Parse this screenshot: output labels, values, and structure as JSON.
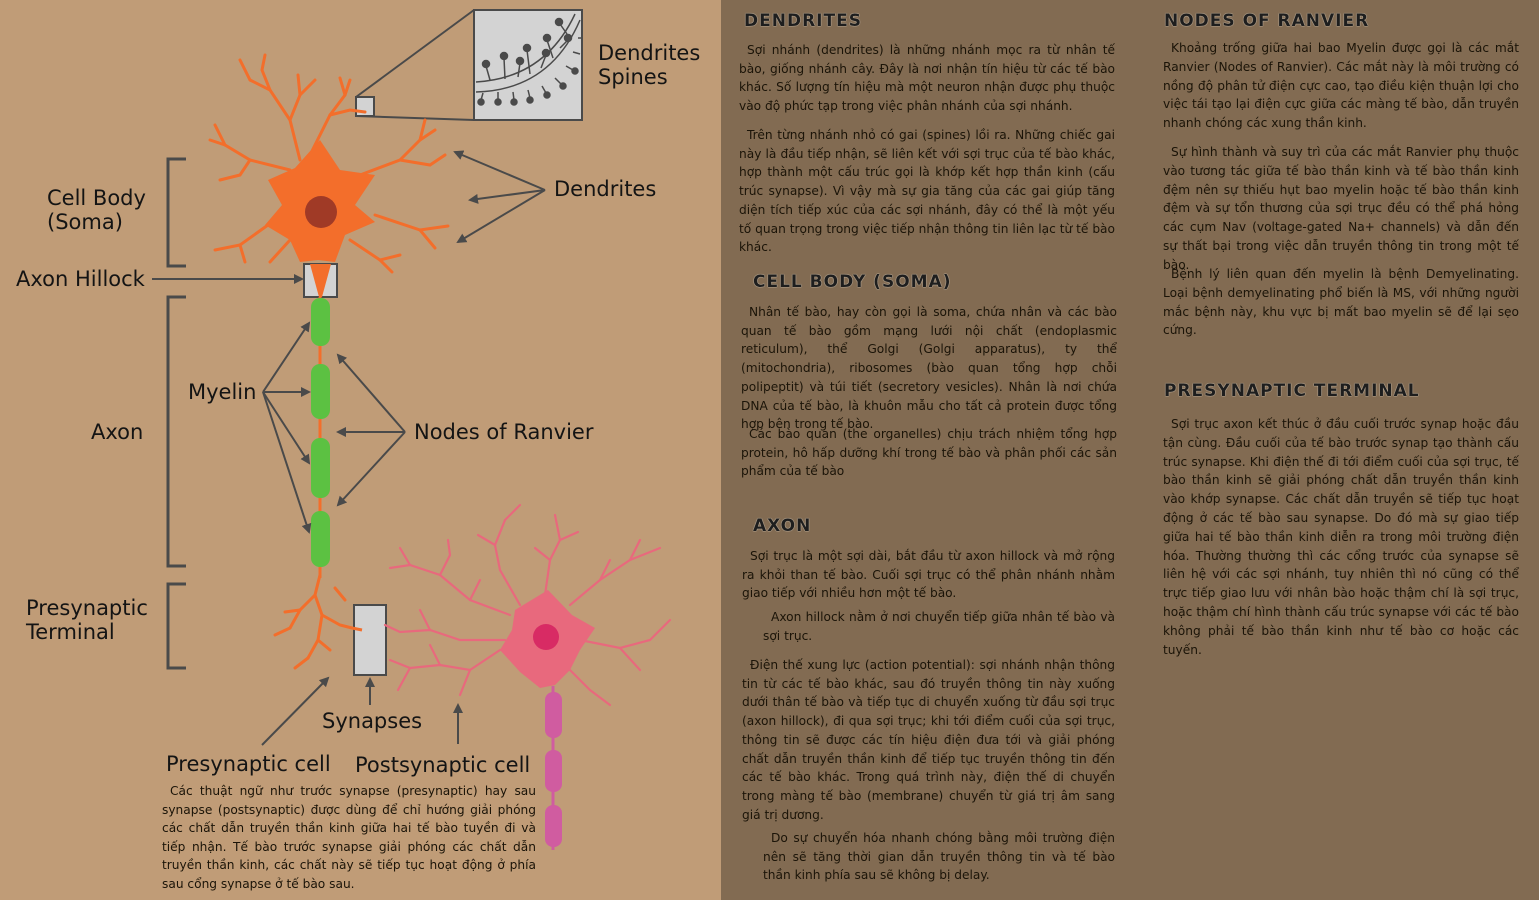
{
  "labels": {
    "dendrites_spines": "Dendrites Spines",
    "cell_body": "Cell Body (Soma)",
    "dendrites": "Dendrites",
    "axon_hillock": "Axon Hillock",
    "myelin": "Myelin",
    "axon": "Axon",
    "nodes_of_ranvier": "Nodes of Ranvier",
    "presynaptic_terminal": "Presynaptic Terminal",
    "synapses": "Synapses",
    "presynaptic_cell": "Presynaptic cell",
    "postsynaptic_cell": "Postsynaptic cell"
  },
  "caption": "Các thuật ngữ như trước synapse (presynaptic) hay sau synapse (postsynaptic) được dùng để chỉ hướng giải phóng các chất dẫn truyền thần kinh giữa hai tế bào tuyền đi và tiếp nhận. Tế bào trước synapse giải phóng các chất dẫn truyền thần kinh, các chất này sẽ tiếp tục hoạt động ở phía sau cổng synapse ở tế bào sau.",
  "sections": {
    "dendrites": {
      "heading": "Dendrites",
      "p1": "Sợi nhánh (dendrites) là những nhánh mọc ra từ nhân tế bào, giống nhánh cây. Đây là nơi nhận tín hiệu từ các tế bào khác. Số lượng tín hiệu mà một neuron nhận được phụ thuộc vào độ phức tạp trong việc phân nhánh của sợi nhánh.",
      "p2": "Trên từng nhánh nhỏ có gai (spines) lồi ra. Những chiếc gai này là đầu tiếp nhận, sẽ liên kết với sợi trục của tế bào khác, hợp thành một cấu trúc gọi là khớp kết hợp thần kinh (cấu trúc synapse). Vì vậy mà sự gia tăng của các gai giúp tăng diện tích tiếp xúc của các sợi nhánh, đây có thể là một yếu tố quan trọng trong việc tiếp nhận thông tin liên lạc từ tế bào khác."
    },
    "cell_body": {
      "heading": "Cell Body (Soma)",
      "p1": "Nhân tế bào, hay còn gọi là soma, chứa nhân và các bào quan tế bào gồm mạng lưới nội chất (endoplasmic reticulum), thể Golgi (Golgi apparatus), ty thể (mitochondria), ribosomes (bào quan tổng hợp chỗi polipeptit) và túi tiết (secretory vesicles). Nhân là nơi chứa DNA của tế bào, là khuôn mẫu cho tất cả protein được tổng hợp bên trong tế bào.",
      "p2": "Các bào quan (the organelles) chịu trách nhiệm tổng hợp protein, hô hấp dưỡng khí trong tế bào và phân phối các sản phẩm của tế bào"
    },
    "axon": {
      "heading": "Axon",
      "p1": "Sợi trục là một sợi dài, bắt đầu từ axon hillock và mở rộng ra khỏi than tế bào. Cuối sợi trục có thể phân nhánh nhằm giao tiếp với nhiều hơn một tế bào.",
      "p2": "Axon hillock nằm ở nơi chuyển tiếp giữa nhân tế bào và sợi trục.",
      "p3": "Điện thế xung lực (action potential): sợi nhánh nhận thông tin từ các tế bào khác, sau đó truyền thông tin này xuống dưới thân tế bào và tiếp tục di chuyển xuống từ đầu sợi trục (axon hillock), đi qua sợi trục; khi tới điểm cuối của sợi trục, thông tin sẽ được các tín hiệu điện đưa tới và giải phóng chất dẫn truyền thần kinh để tiếp tục truyền thông tin đến các tế bào khác. Trong quá trình này, điện thế di chuyển trong màng tế bào (membrane) chuyển từ giá trị âm sang giá trị dương.",
      "p4": "Do sự chuyển hóa nhanh chóng bằng môi trường điện nên sẽ tăng thời gian dẫn truyền thông tin và tế bào thần kinh phía sau sẽ không bị delay."
    },
    "nodes": {
      "heading": "Nodes of Ranvier",
      "p1": "Khoảng trống giữa hai bao Myelin được gọi là các mắt Ranvier (Nodes of Ranvier). Các mắt này là môi trường có nồng độ phân tử điện cực cao, tạo điều kiện thuận lợi cho việc tái tạo lại điện cực giữa các màng tế bào, dẫn truyền nhanh chóng các xung thần kinh.",
      "p2": "Sự hình thành và suy trì của các mắt Ranvier phụ thuộc vào tương tác giữa tế bào thần kinh và tế bào thần kinh đệm nên sự thiếu hụt bao myelin hoặc tế bào thần kinh đệm và sự tổn thương của sợi trục đều có thể phá hỏng các cụm Nav (voltage-gated Na+ channels) và dẫn đến sự thất bại trong việc dẫn truyền thông tin trong một tế bào.",
      "p3": "Bệnh lý liên quan đến myelin là bệnh Demyelinating. Loại bệnh demyelinating phổ biến là MS, với những người mắc bệnh này, khu vực bị mất bao myelin sẽ để lại sẹo cứng."
    },
    "presynaptic": {
      "heading": "Presynaptic Terminal",
      "p1": "Sợi trục axon kết thúc ở đầu cuối trước synap hoặc đầu tận cùng. Đầu cuối của tế bào trước synap tạo thành cấu trúc synapse. Khi điện thế đi tới điểm cuối của sợi trục, tế bào thần kinh sẽ giải phóng chất dẫn truyền thần kinh vào khớp synapse. Các chất dẫn truyền sẽ tiếp tục hoạt động ở các tế bào sau synapse. Do đó mà sự giao tiếp giữa hai tế bào thần kinh diễn ra trong môi trường điện hóa. Thường thường thì các cổng trước của synapse sẽ liên hệ với các sợi nhánh, tuy nhiên thì nó cũng có thể trực tiếp giao lưu với nhân bào hoặc thậm chí là sợi trục, hoặc thậm chí hình thành cấu trúc synapse với các tế bào không phải tế bào thần kinh như tế bào cơ hoặc các tuyến."
    }
  },
  "colors": {
    "left_bg": "#c09c77",
    "right_bg": "#826b52",
    "neuron": "#f36e2b",
    "nucleus": "#a03a26",
    "myelin": "#5cc142",
    "postsynaptic": "#e8697d",
    "postsynaptic_nucleus": "#d82b64",
    "postsynaptic_myelin": "#d05ca0",
    "bracket": "#4a4a4a",
    "box": "#d3d3d3"
  }
}
